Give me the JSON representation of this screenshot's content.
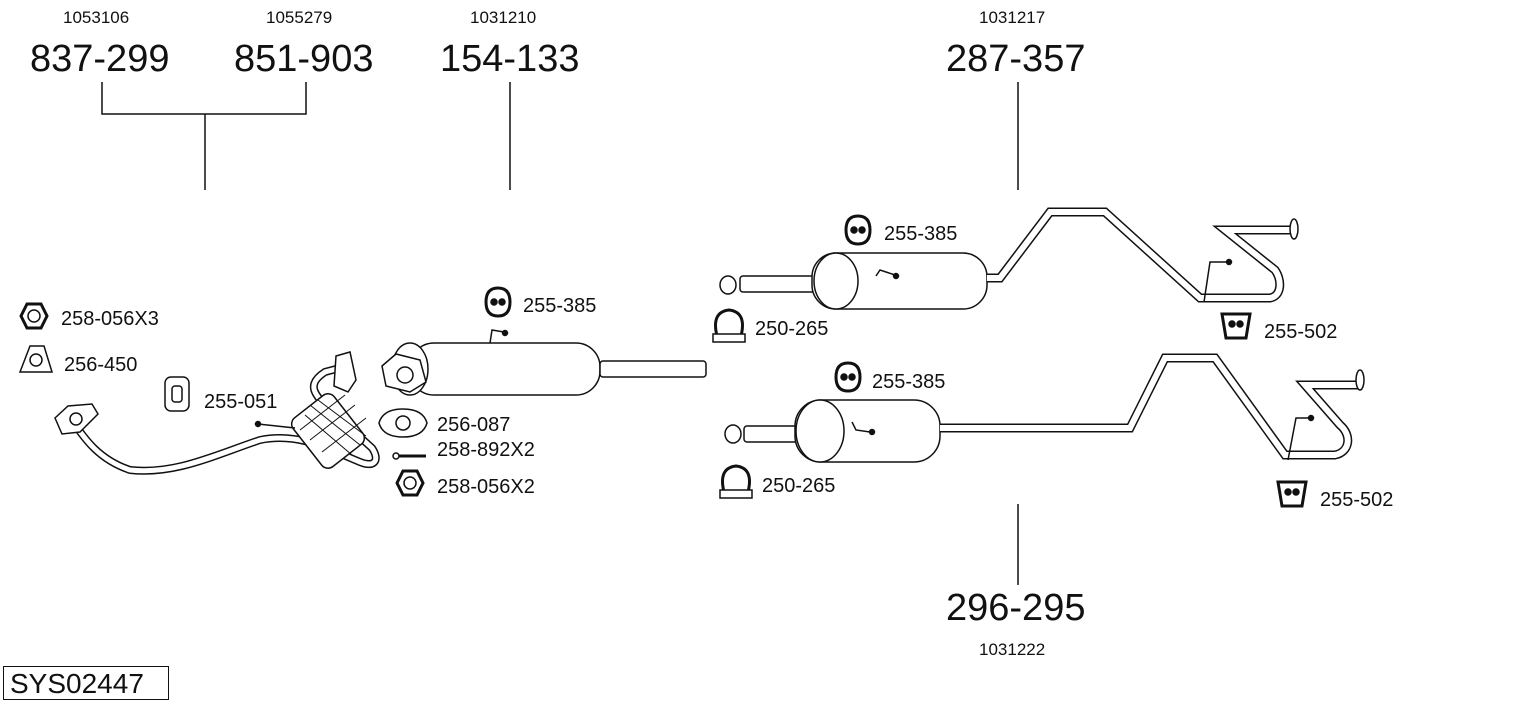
{
  "groups": [
    {
      "id": "g1",
      "oe": "1053106",
      "part": "837-299"
    },
    {
      "id": "g2",
      "oe": "1055279",
      "part": "851-903"
    },
    {
      "id": "g3",
      "oe": "1031210",
      "part": "154-133"
    },
    {
      "id": "g4",
      "oe": "1031217",
      "part": "287-357"
    },
    {
      "id": "g5",
      "oe": "1031222",
      "part": "296-295"
    }
  ],
  "fittings": {
    "nut_x3": "258-056X3",
    "gasket_256_450": "256-450",
    "hanger_255_051": "255-051",
    "hanger_255_385_a": "255-385",
    "gasket_256_087": "256-087",
    "bolt_258_892": "258-892X2",
    "nut_x2": "258-056X2",
    "hanger_255_385_b": "255-385",
    "clamp_250_265_a": "250-265",
    "hanger_255_502_a": "255-502",
    "hanger_255_385_c": "255-385",
    "clamp_250_265_b": "250-265",
    "hanger_255_502_b": "255-502"
  },
  "system_id": "SYS02447",
  "colors": {
    "line": "#111111",
    "fill": "#ffffff",
    "shade": "#d9d9d9"
  }
}
